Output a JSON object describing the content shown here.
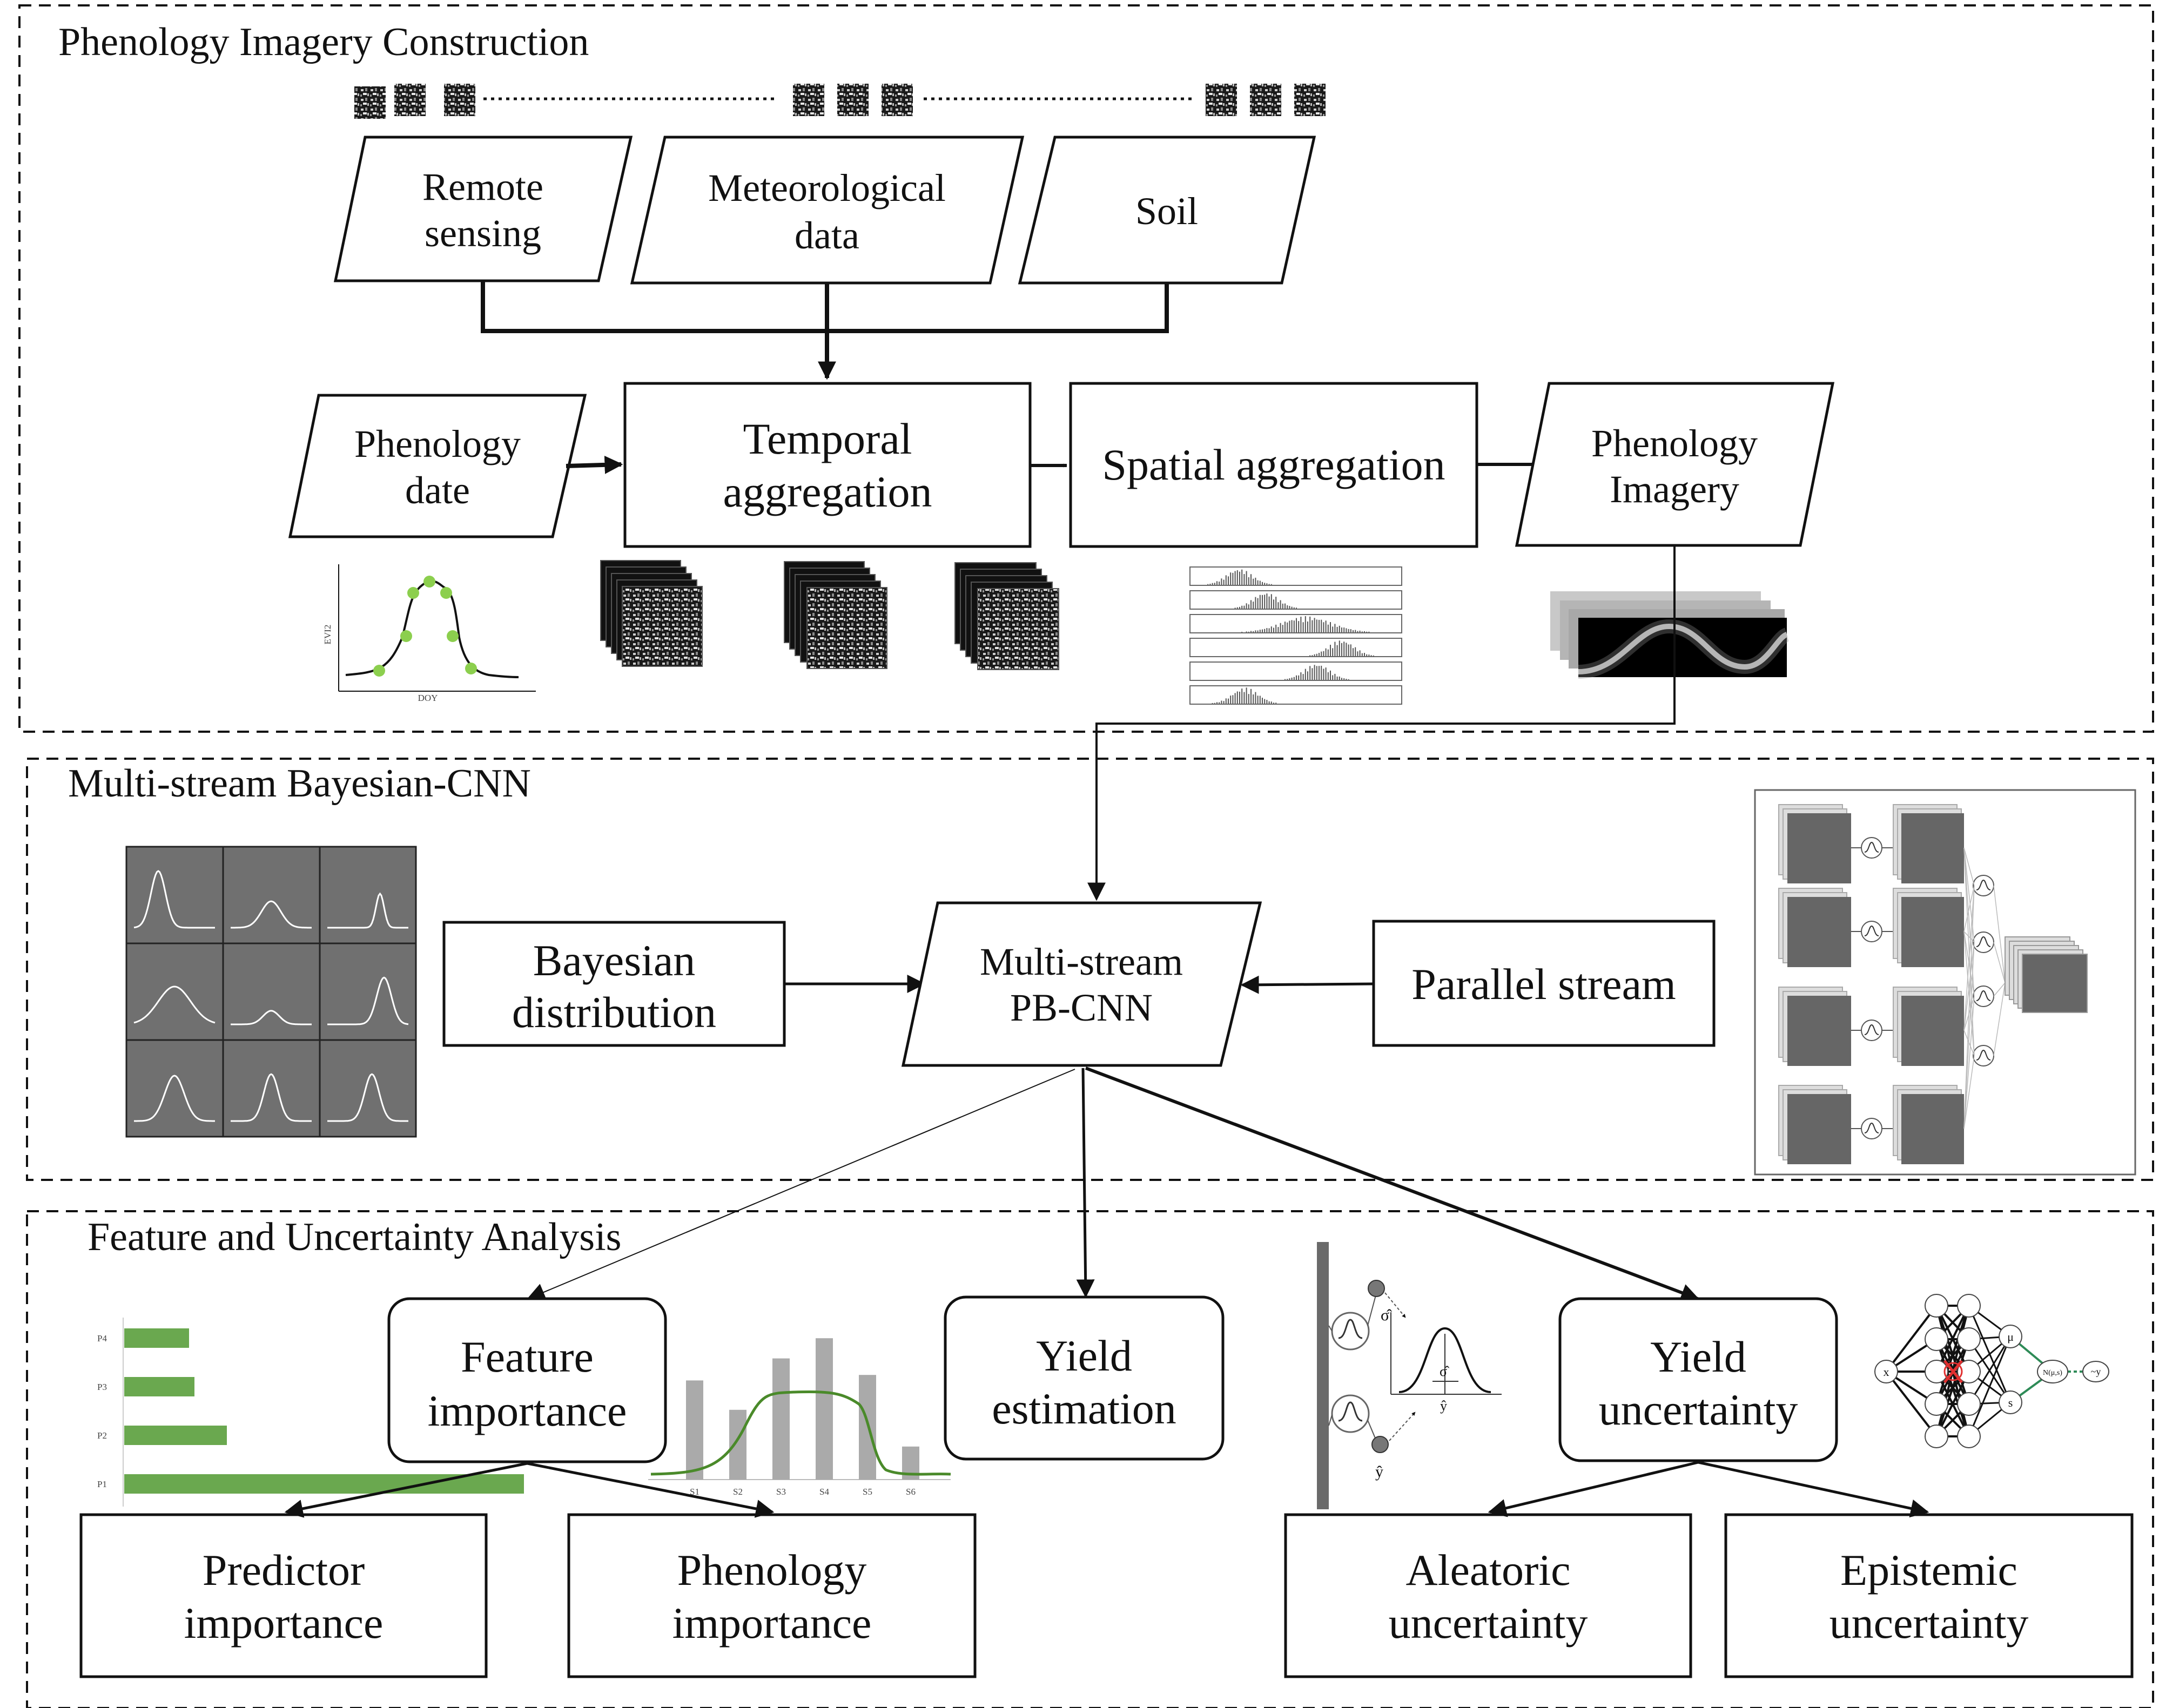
{
  "sections": {
    "construction": "Phenology Imagery Construction",
    "bcnn": "Multi-stream Bayesian-CNN",
    "analysis": "Feature and Uncertainty Analysis"
  },
  "nodes": {
    "remote_sensing": [
      "Remote",
      "sensing"
    ],
    "meteorological": [
      "Meteorological",
      "data"
    ],
    "soil": [
      "Soil"
    ],
    "phenology_date": [
      "Phenology",
      "date"
    ],
    "temporal_aggregation": [
      "Temporal",
      "aggregation"
    ],
    "spatial_aggregation": [
      "Spatial aggregation"
    ],
    "phenology_imagery": [
      "Phenology",
      "Imagery"
    ],
    "bayesian_distribution": [
      "Bayesian",
      "distribution"
    ],
    "multistream_pbcnn": [
      "Multi-stream",
      "PB-CNN"
    ],
    "parallel_stream": [
      "Parallel stream"
    ],
    "feature_importance": [
      "Feature",
      "importance"
    ],
    "yield_estimation": [
      "Yield",
      "estimation"
    ],
    "yield_uncertainty": [
      "Yield",
      "uncertainty"
    ],
    "predictor_importance": [
      "Predictor",
      "importance"
    ],
    "phenology_importance": [
      "Phenology",
      "importance"
    ],
    "aleatoric_uncertainty": [
      "Aleatoric",
      "uncertainty"
    ],
    "epistemic_uncertainty": [
      "Epistemic",
      "uncertainty"
    ]
  },
  "insets": {
    "evi_curve": {
      "ylabel": "EVI2",
      "xlabel": "DOY"
    },
    "predictor_bars": {
      "labels": [
        "P4",
        "P3",
        "P2",
        "P1"
      ],
      "values": [
        0.12,
        0.13,
        0.19,
        0.74
      ],
      "color": "#6aa84f"
    },
    "phenology_bars": {
      "labels": [
        "S1",
        "S2",
        "S3",
        "S4",
        "S5",
        "S6"
      ],
      "values": [
        0.54,
        0.38,
        0.66,
        0.77,
        0.57,
        0.18
      ],
      "curve_color": "#4a8a2a"
    },
    "aleatoric_sketch": {
      "sigma": "σ̂",
      "yhat": "ŷ"
    },
    "epistemic_net": {
      "x": "x",
      "mu": "μ",
      "s": "s",
      "out": "N(μ,s)",
      "y": "~y"
    }
  },
  "colors": {
    "line": "#111111",
    "panel_gray": "#6f6f6f",
    "cnn_gray": "#666666",
    "bar_green": "#6aa84f",
    "bar_gray": "#aaaaaa"
  }
}
